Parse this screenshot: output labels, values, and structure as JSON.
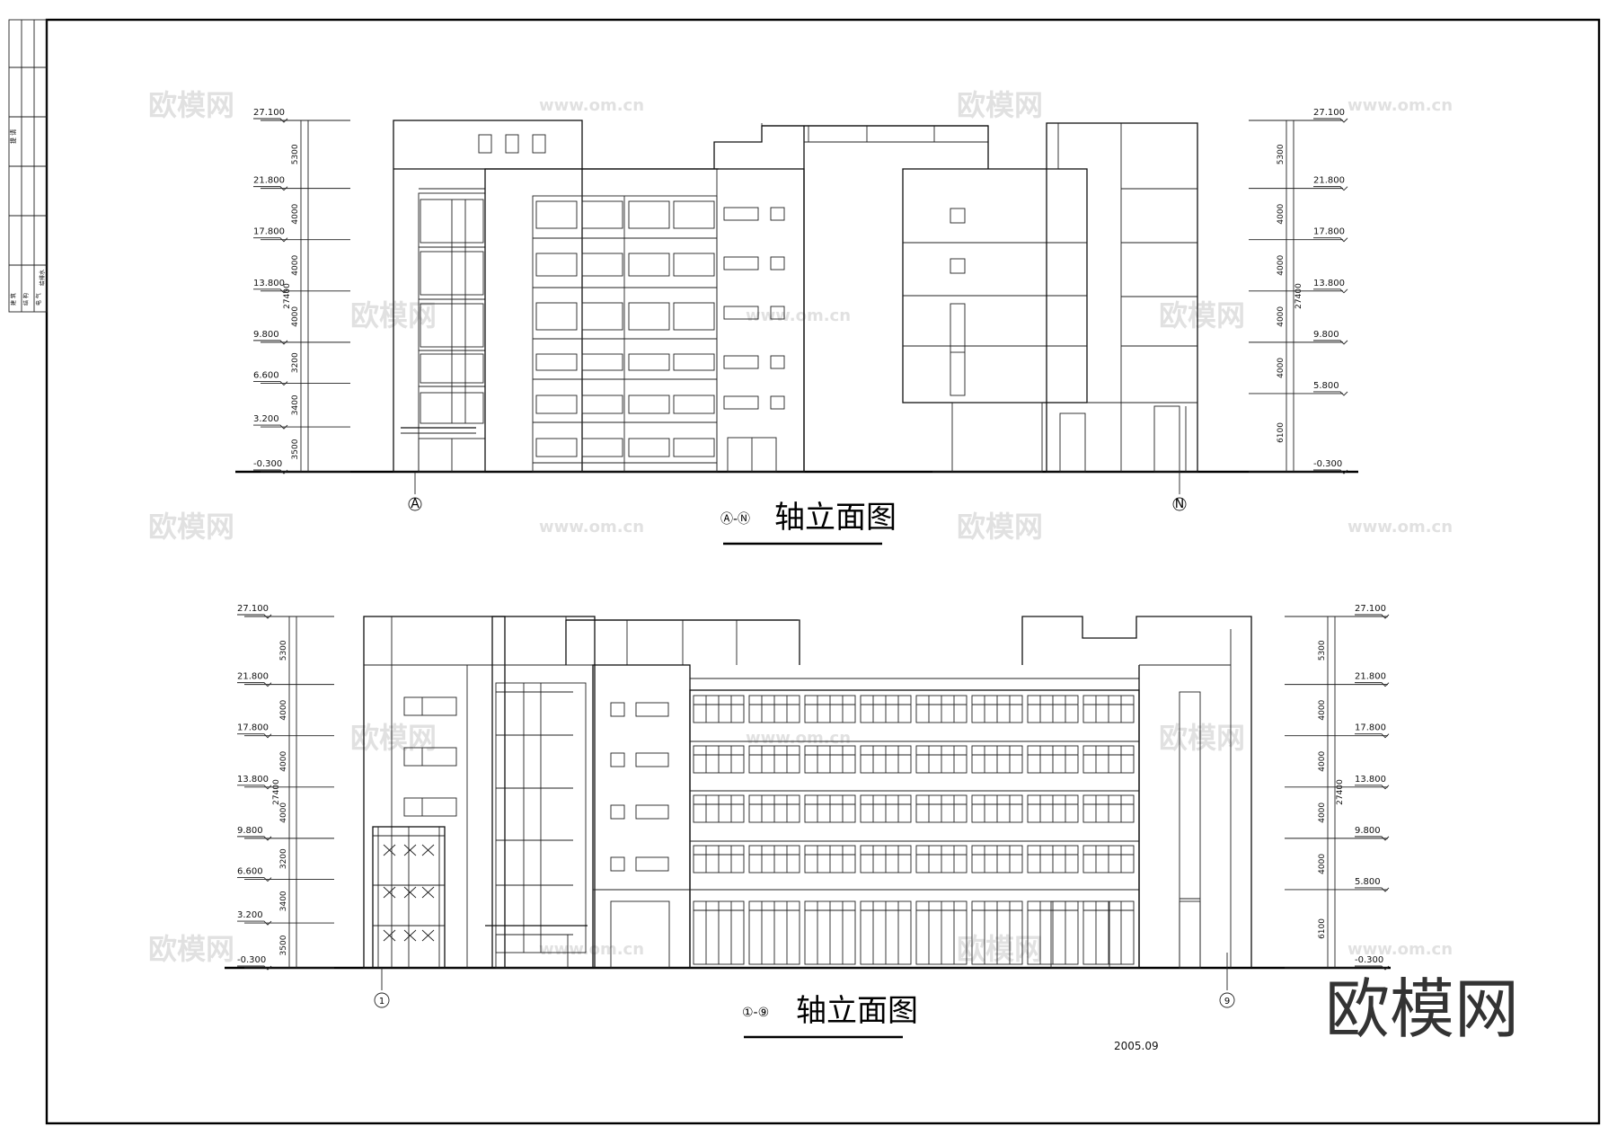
{
  "elevation_top": {
    "axis_start": "A",
    "axis_end": "N",
    "axis_range_label": "Ⓐ-Ⓝ",
    "title": "轴立面图",
    "total_height": "27400",
    "left_levels": [
      "27.100",
      "21.800",
      "17.800",
      "13.800",
      "9.800",
      "6.600",
      "3.200",
      "-0.300"
    ],
    "left_dims": [
      "5300",
      "4000",
      "4000",
      "4000",
      "3200",
      "3400",
      "3500"
    ],
    "right_levels": [
      "27.100",
      "21.800",
      "17.800",
      "13.800",
      "9.800",
      "5.800",
      "-0.300"
    ],
    "right_dims": [
      "5300",
      "4000",
      "4000",
      "4000",
      "4000",
      "6100"
    ]
  },
  "elevation_bottom": {
    "axis_start": "1",
    "axis_end": "9",
    "axis_range_label": "①-⑨",
    "title": "轴立面图",
    "total_height": "27400",
    "left_levels": [
      "27.100",
      "21.800",
      "17.800",
      "13.800",
      "9.800",
      "6.600",
      "3.200",
      "-0.300"
    ],
    "left_dims": [
      "5300",
      "4000",
      "4000",
      "4000",
      "3200",
      "3400",
      "3500"
    ],
    "right_levels": [
      "27.100",
      "21.800",
      "17.800",
      "13.800",
      "9.800",
      "5.800",
      "-0.300"
    ],
    "right_dims": [
      "5300",
      "4000",
      "4000",
      "4000",
      "4000",
      "6100"
    ]
  },
  "date": "2005.09",
  "logo_text": "欧模网",
  "watermark_text": "欧模网",
  "watermark_url": "www.om.cn",
  "title_block": {
    "label_1": "提 请",
    "label_2": "建 筑",
    "label_3": "结 构",
    "label_4": "电 气",
    "label_5": "给排水"
  }
}
